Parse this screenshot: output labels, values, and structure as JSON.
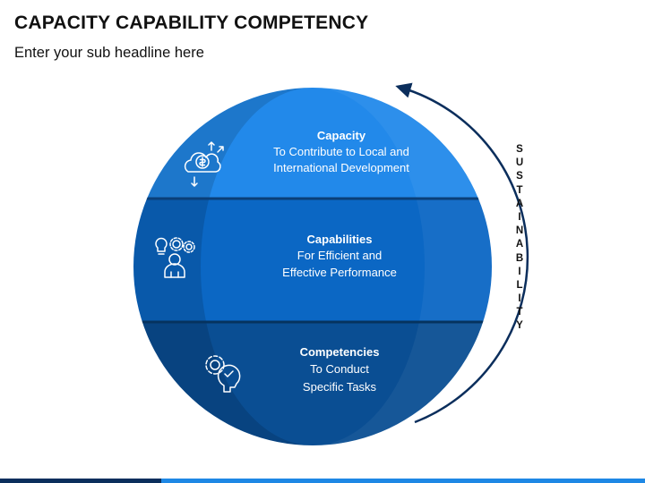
{
  "header": {
    "title": "CAPACITY CAPABILITY COMPETENCY",
    "subtitle": "Enter your sub headline here"
  },
  "layers": [
    {
      "heading": "Capacity",
      "lines": [
        "To Contribute to Local and",
        "International Development"
      ],
      "icon": "money-cloud-icon",
      "color": "#2289EA"
    },
    {
      "heading": "Capabilities",
      "lines": [
        "For Efficient and",
        "Effective Performance"
      ],
      "icon": "idea-person-gears-icon",
      "color": "#0B67C4"
    },
    {
      "heading": "Competencies",
      "lines": [
        "To Conduct",
        "Specific Tasks"
      ],
      "icon": "head-gear-check-icon",
      "color": "#0A4E93"
    }
  ],
  "sustainability": {
    "letters": [
      "S",
      "U",
      "S",
      "T",
      "A",
      "I",
      "N",
      "A",
      "B",
      "I",
      "L",
      "I",
      "T",
      "Y"
    ],
    "arrow_color": "#0B2E5C"
  },
  "colors": {
    "light_blue": "#2289EA",
    "mid_blue": "#0B67C4",
    "dark_blue": "#0A4E93",
    "navy": "#0B2E5C",
    "footer_navy": "#0B2E5C",
    "footer_blue": "#1E88E5"
  }
}
